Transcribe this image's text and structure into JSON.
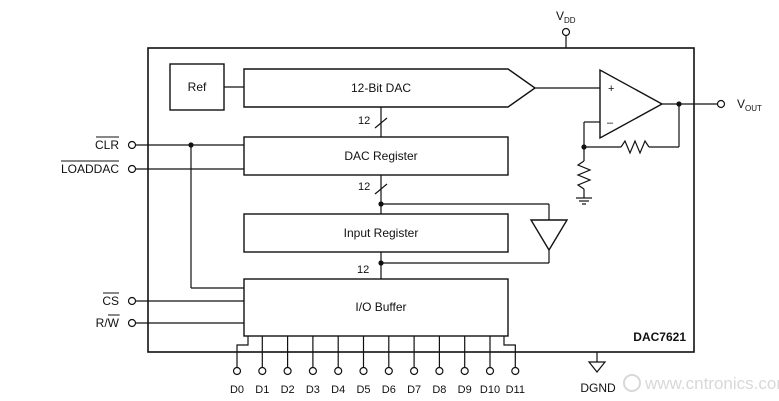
{
  "diagram": {
    "part_number": "DAC7621",
    "blocks": {
      "ref": "Ref",
      "dac": "12-Bit DAC",
      "dac_register": "DAC Register",
      "input_register": "Input Register",
      "io_buffer": "I/O Buffer"
    },
    "bus_widths": [
      "12",
      "12",
      "12"
    ],
    "amplifier": {
      "plus": "+",
      "minus": "–"
    },
    "power": {
      "vdd_main": "V",
      "vdd_sub": "DD",
      "vout_main": "V",
      "vout_sub": "OUT",
      "dgnd": "DGND"
    },
    "inputs": {
      "clr": "CLR",
      "loaddac": "LOADDAC",
      "cs": "CS",
      "rw_r": "R/",
      "rw_w": "W"
    },
    "data_pins": [
      "D0",
      "D1",
      "D2",
      "D3",
      "D4",
      "D5",
      "D6",
      "D7",
      "D8",
      "D9",
      "D10",
      "D11"
    ],
    "watermark": "www.cntronics.com"
  }
}
